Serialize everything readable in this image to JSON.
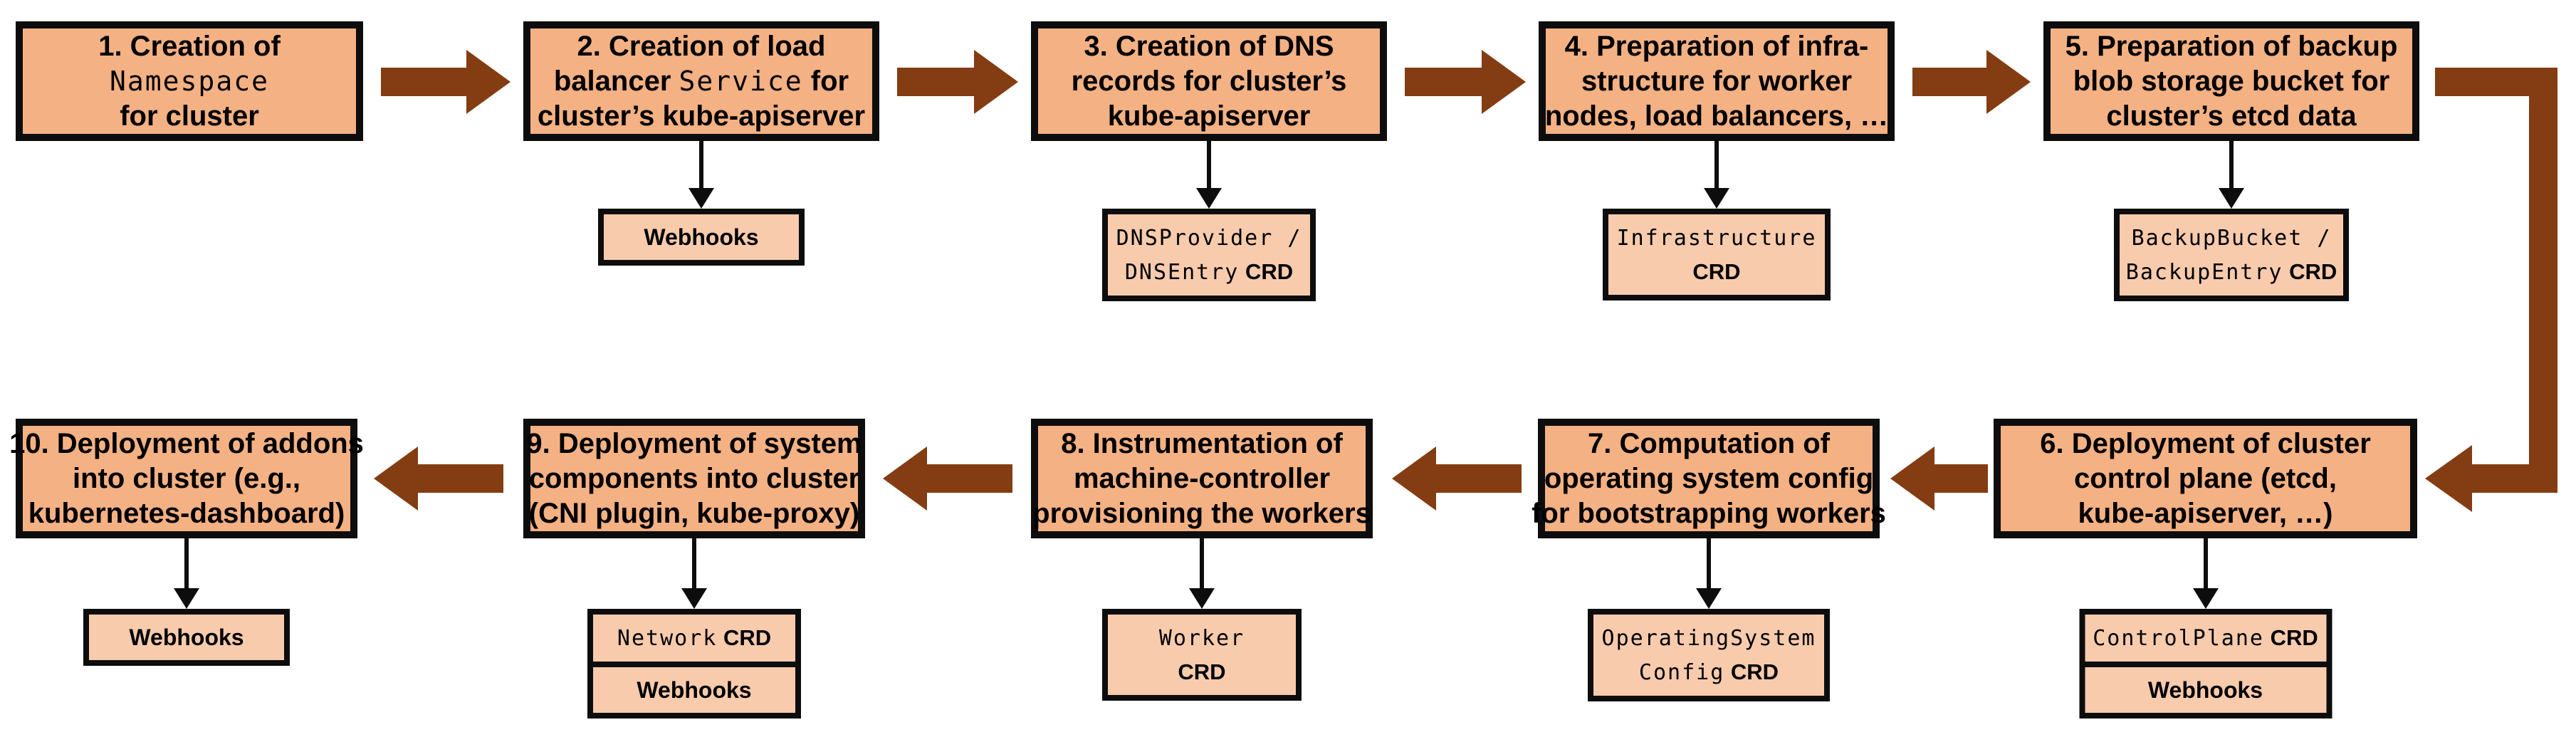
{
  "colors": {
    "background": "#FFFFFF",
    "main_box_fill": "#F4B183",
    "sub_box_fill": "#F8CBAD",
    "box_border": "#0D0D0D",
    "flow_arrow": "#843C12",
    "connector_arrow": "#000000"
  },
  "edges": [
    {
      "from": "1",
      "to": "2"
    },
    {
      "from": "2",
      "to": "3"
    },
    {
      "from": "3",
      "to": "4"
    },
    {
      "from": "4",
      "to": "5"
    },
    {
      "from": "5",
      "to": "6"
    },
    {
      "from": "6",
      "to": "7"
    },
    {
      "from": "7",
      "to": "8"
    },
    {
      "from": "8",
      "to": "9"
    },
    {
      "from": "9",
      "to": "10"
    }
  ],
  "steps": [
    {
      "id": "1",
      "lines": [
        [
          {
            "t": "1. Creation of"
          }
        ],
        [
          {
            "t": "Namespace",
            "f": "mono"
          }
        ],
        [
          {
            "t": "for cluster"
          }
        ]
      ],
      "sub": null
    },
    {
      "id": "2",
      "lines": [
        [
          {
            "t": "2. Creation of load"
          }
        ],
        [
          {
            "t": "balancer "
          },
          {
            "t": "Service",
            "f": "mono"
          },
          {
            "t": " for"
          }
        ],
        [
          {
            "t": "cluster’s kube-apiserver"
          }
        ]
      ],
      "sub": {
        "rows": [
          {
            "lines": [
              [
                {
                  "t": "Webhooks",
                  "f": "sans"
                }
              ]
            ]
          }
        ]
      }
    },
    {
      "id": "3",
      "lines": [
        [
          {
            "t": "3. Creation of DNS"
          }
        ],
        [
          {
            "t": "records for cluster’s"
          }
        ],
        [
          {
            "t": "kube-apiserver"
          }
        ]
      ],
      "sub": {
        "rows": [
          {
            "lines": [
              [
                {
                  "t": "DNSProvider /",
                  "f": "mono"
                }
              ],
              [
                {
                  "t": "DNSEntry",
                  "f": "mono"
                },
                {
                  "t": " CRD",
                  "f": "bold"
                }
              ]
            ]
          }
        ]
      }
    },
    {
      "id": "4",
      "lines": [
        [
          {
            "t": "4. Preparation of infra-"
          }
        ],
        [
          {
            "t": "structure for worker"
          }
        ],
        [
          {
            "t": "nodes, load balancers, …"
          }
        ]
      ],
      "sub": {
        "rows": [
          {
            "lines": [
              [
                {
                  "t": "Infrastructure",
                  "f": "mono"
                }
              ],
              [
                {
                  "t": "CRD",
                  "f": "bold"
                }
              ]
            ]
          }
        ]
      }
    },
    {
      "id": "5",
      "lines": [
        [
          {
            "t": "5. Preparation of backup"
          }
        ],
        [
          {
            "t": "blob storage bucket for"
          }
        ],
        [
          {
            "t": "cluster’s etcd data"
          }
        ]
      ],
      "sub": {
        "rows": [
          {
            "lines": [
              [
                {
                  "t": "BackupBucket /",
                  "f": "mono"
                }
              ],
              [
                {
                  "t": "BackupEntry",
                  "f": "mono"
                },
                {
                  "t": " CRD",
                  "f": "bold"
                }
              ]
            ]
          }
        ]
      }
    },
    {
      "id": "6",
      "lines": [
        [
          {
            "t": "6. Deployment of cluster"
          }
        ],
        [
          {
            "t": "control plane (etcd,"
          }
        ],
        [
          {
            "t": "kube-apiserver, …)"
          }
        ]
      ],
      "sub": {
        "rows": [
          {
            "lines": [
              [
                {
                  "t": "ControlPlane",
                  "f": "mono"
                },
                {
                  "t": " CRD",
                  "f": "bold"
                }
              ]
            ]
          },
          {
            "lines": [
              [
                {
                  "t": "Webhooks",
                  "f": "sans"
                }
              ]
            ]
          }
        ]
      }
    },
    {
      "id": "7",
      "lines": [
        [
          {
            "t": "7. Computation of"
          }
        ],
        [
          {
            "t": "operating system config"
          }
        ],
        [
          {
            "t": "for bootstrapping workers"
          }
        ]
      ],
      "sub": {
        "rows": [
          {
            "lines": [
              [
                {
                  "t": "OperatingSystem",
                  "f": "mono"
                }
              ],
              [
                {
                  "t": "Config",
                  "f": "mono"
                },
                {
                  "t": " CRD",
                  "f": "bold"
                }
              ]
            ]
          }
        ]
      }
    },
    {
      "id": "8",
      "lines": [
        [
          {
            "t": "8. Instrumentation of"
          }
        ],
        [
          {
            "t": "machine-controller"
          }
        ],
        [
          {
            "t": "provisioning the workers"
          }
        ]
      ],
      "sub": {
        "rows": [
          {
            "lines": [
              [
                {
                  "t": "Worker",
                  "f": "mono"
                }
              ],
              [
                {
                  "t": "CRD",
                  "f": "bold"
                }
              ]
            ]
          }
        ]
      }
    },
    {
      "id": "9",
      "lines": [
        [
          {
            "t": "9. Deployment of system"
          }
        ],
        [
          {
            "t": "components into cluster"
          }
        ],
        [
          {
            "t": "(CNI plugin, kube-proxy)"
          }
        ]
      ],
      "sub": {
        "rows": [
          {
            "lines": [
              [
                {
                  "t": "Network",
                  "f": "mono"
                },
                {
                  "t": " CRD",
                  "f": "bold"
                }
              ]
            ]
          },
          {
            "lines": [
              [
                {
                  "t": "Webhooks",
                  "f": "sans"
                }
              ]
            ]
          }
        ]
      }
    },
    {
      "id": "10",
      "lines": [
        [
          {
            "t": "10. Deployment of addons"
          }
        ],
        [
          {
            "t": "into cluster (e.g.,"
          }
        ],
        [
          {
            "t": "kubernetes-dashboard)"
          }
        ]
      ],
      "sub": {
        "rows": [
          {
            "lines": [
              [
                {
                  "t": "Webhooks",
                  "f": "sans"
                }
              ]
            ]
          }
        ]
      }
    }
  ]
}
